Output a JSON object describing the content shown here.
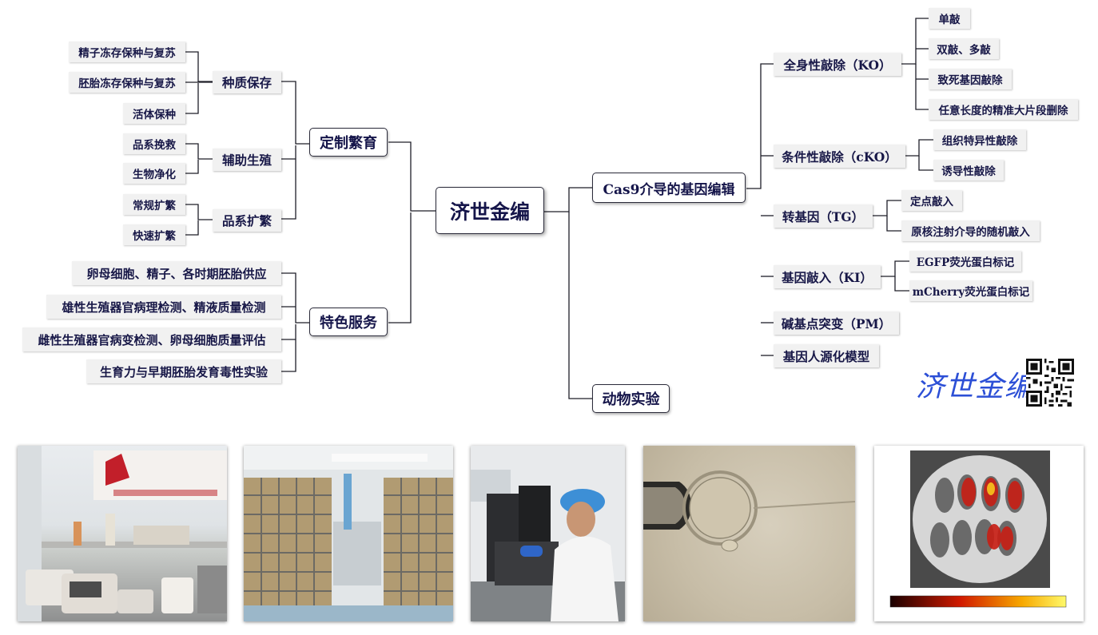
{
  "root": {
    "label": "济世金编"
  },
  "branch_custom_breeding": {
    "label": "定制繁育",
    "germplasm": {
      "label": "种质保存",
      "leaves": [
        "精子冻存保种与复苏",
        "胚胎冻存保种与复苏",
        "活体保种"
      ]
    },
    "assisted": {
      "label": "辅助生殖",
      "leaves": [
        "品系挽救",
        "生物净化"
      ]
    },
    "expansion": {
      "label": "品系扩繁",
      "leaves": [
        "常规扩繁",
        "快速扩繁"
      ]
    }
  },
  "branch_special_services": {
    "label": "特色服务",
    "leaves": [
      "卵母细胞、精子、各时期胚胎供应",
      "雄性生殖器官病理检测、精液质量检测",
      "雌性生殖器官病变检测、卵母细胞质量评估",
      "生育力与早期胚胎发育毒性实验"
    ]
  },
  "branch_cas9": {
    "label": "Cas9介导的基因编辑",
    "ko": {
      "label": "全身性敲除（KO）",
      "leaves": [
        "单敲",
        "双敲、多敲",
        "致死基因敲除",
        "任意长度的精准大片段删除"
      ]
    },
    "cko": {
      "label": "条件性敲除（cKO）",
      "leaves": [
        "组织特异性敲除",
        "诱导性敲除"
      ]
    },
    "tg": {
      "label": "转基因（TG）",
      "leaves": [
        "定点敲入",
        "原核注射介导的随机敲入"
      ]
    },
    "ki": {
      "label": "基因敲入（KI）",
      "leaves": [
        "EGFP荧光蛋白标记",
        "mCherry荧光蛋白标记"
      ]
    },
    "pm": {
      "label": "碱基点突变（PM）"
    },
    "humanized": {
      "label": "基因人源化模型"
    }
  },
  "branch_animal": {
    "label": "动物实验"
  },
  "brand": {
    "text": "济世金编",
    "qr_icon": "qr-code-icon",
    "color": "#2c4fd6"
  },
  "photos": [
    {
      "icon": "lab-bench-photo"
    },
    {
      "icon": "mouse-cage-rack-photo"
    },
    {
      "icon": "microscope-technician-photo"
    },
    {
      "icon": "oocyte-microinjection-photo"
    },
    {
      "icon": "fluorescence-imaging-photo"
    }
  ],
  "colors": {
    "line": "#1e1e28",
    "node_fill": "#f1f1f1",
    "text": "#171747"
  }
}
